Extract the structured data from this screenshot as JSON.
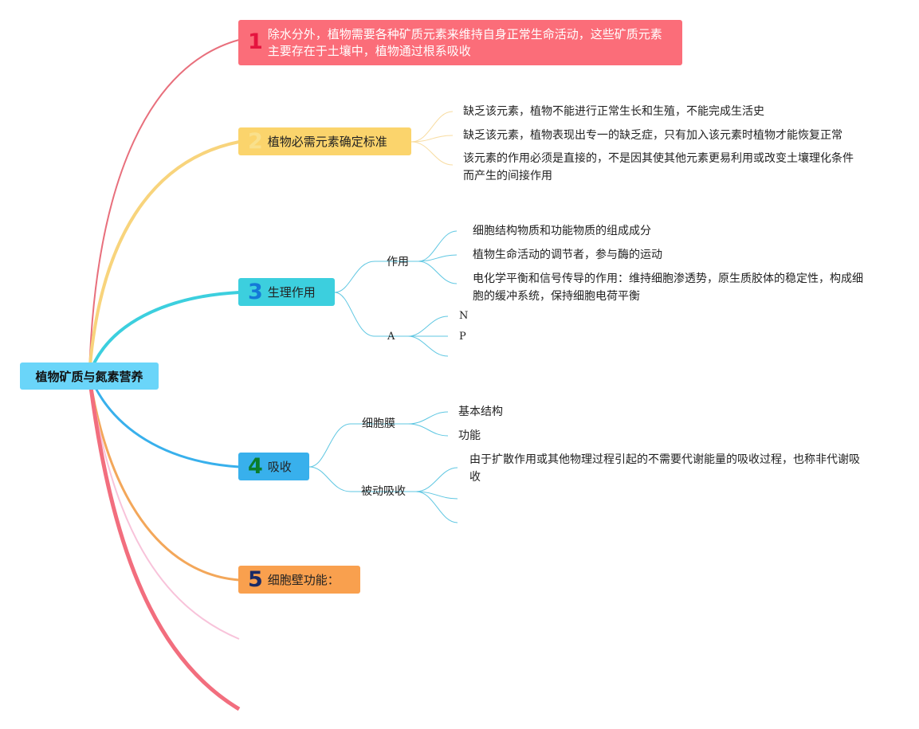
{
  "root": {
    "label": "植物矿质与氮素营养"
  },
  "topics": [
    {
      "num": "1",
      "label": "除水分外，植物需要各种矿质元素来维持自身正常生命活动，这些矿质元素主要存在于土壤中，植物通过根系吸收",
      "color": "#fb6d79",
      "num_color": "#e5143f"
    },
    {
      "num": "2",
      "label": "植物必需元素确定标准",
      "color": "#fbd46c",
      "num_color": "#f9e08c",
      "children": [
        "缺乏该元素，植物不能进行正常生长和生殖，不能完成生活史",
        "缺乏该元素，植物表现出专一的缺乏症，只有加入该元素时植物才能恢复正常",
        "该元素的作用必须是直接的，不是因其使其他元素更易利用或改变土壤理化条件而产生的间接作用"
      ]
    },
    {
      "num": "3",
      "label": "生理作用",
      "color": "#3ccfde",
      "num_color": "#1479d8",
      "groups": [
        {
          "label": "作用",
          "items": [
            "细胞结构物质和功能物质的组成成分",
            "植物生命活动的调节者，参与酶的运动",
            "电化学平衡和信号传导的作用：维持细胞渗透势，原生质胶体的稳定性，构成细胞的缓冲系统，保持细胞电荷平衡"
          ]
        },
        {
          "label": "A",
          "items": [
            "N",
            "P",
            ""
          ]
        }
      ]
    },
    {
      "num": "4",
      "label": "吸收",
      "color": "#38b0ec",
      "num_color": "#0a7d2b",
      "groups": [
        {
          "label": "细胞膜",
          "items": [
            "基本结构",
            "功能"
          ]
        },
        {
          "label": "被动吸收",
          "items": [
            "由于扩散作用或其他物理过程引起的不需要代谢能量的吸收过程，也称非代谢吸收",
            "",
            ""
          ]
        }
      ]
    },
    {
      "num": "5",
      "label": "细胞壁功能：",
      "color": "#f9a04e",
      "num_color": "#1a2a66"
    }
  ]
}
